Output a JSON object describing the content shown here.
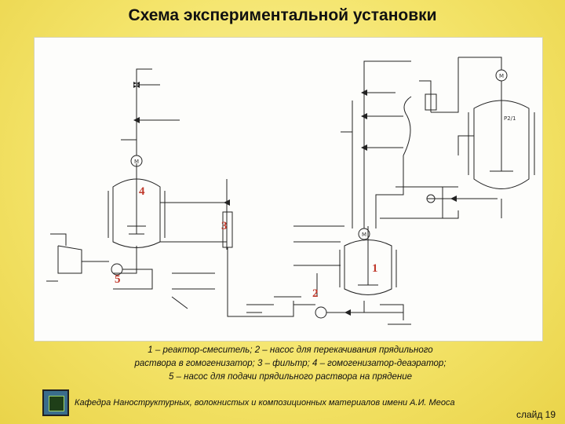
{
  "slide": {
    "title": "Схема экспериментальной установки",
    "caption_lines": [
      "1 – реактор-смеситель; 2 – насос для перекачивания прядильного",
      "раствора в гомогенизатор; 3 – фильтр; 4 – гомогенизатор-деаэратор;",
      "5 – насос для подачи прядильного раствора на прядение"
    ],
    "footer": "Кафедра Наноструктурных, волокнистых и композиционных материалов имени А.И. Меоса",
    "slide_number": "слайд 19"
  },
  "diagram": {
    "callouts": [
      "1",
      "2",
      "3",
      "4",
      "5"
    ],
    "vessel_labels": [
      "Р2/1"
    ],
    "motor_label": "M",
    "colors": {
      "callout": "#c0392b",
      "lines": "#222222",
      "background": "#f4e46a"
    }
  }
}
